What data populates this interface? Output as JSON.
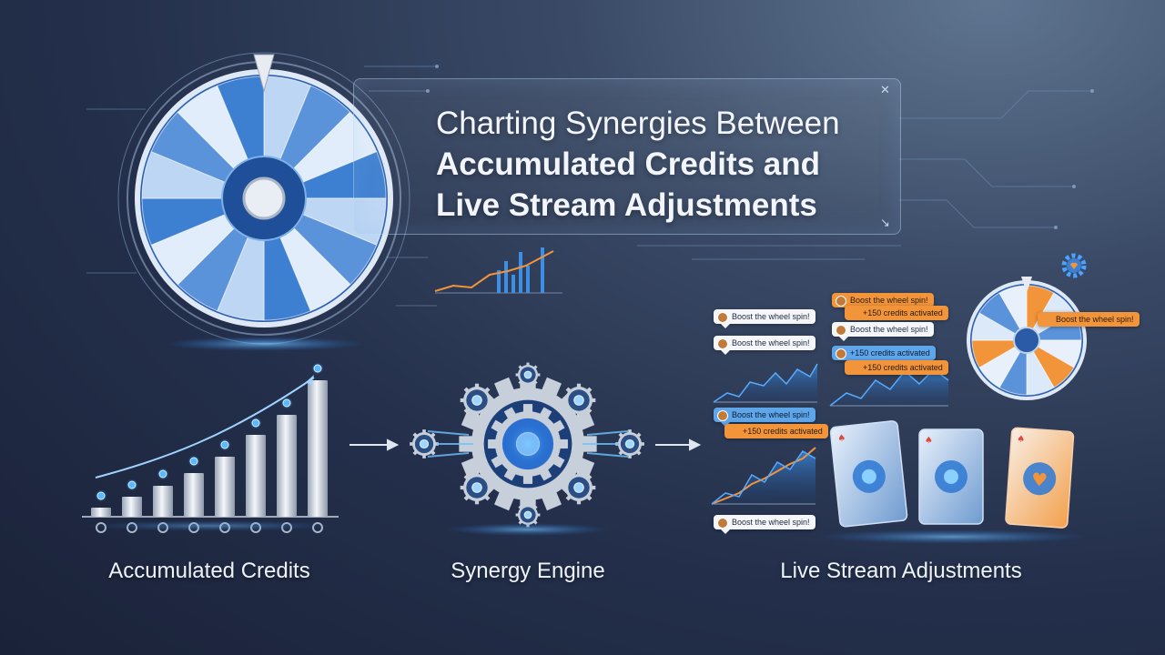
{
  "title": {
    "line1": "Charting Synergies Between",
    "line2": "Accumulated Credits and",
    "line3": "Live Stream Adjustments"
  },
  "captions": {
    "credits": "Accumulated Credits",
    "engine": "Synergy Engine",
    "stream": "Live Stream Adjustments"
  },
  "chat_messages": [
    "Boost the wheel spin!",
    "Boost the wheel spin!",
    "Boost the wheel spin!",
    "Boost the wheel spin!",
    "+150 credits activated",
    "Boost the wheel spin!",
    "+150 credits activated",
    "+150 credits activated",
    "+150 credits activated",
    "Boost the wheel spin!",
    "Boost the wheel spin!"
  ],
  "colors": {
    "accent_blue": "#4aa3ff",
    "accent_orange": "#f2943a",
    "bg_dark": "#1a2238"
  },
  "icons": {
    "wheel_pointer": "triangle-pointer-icon",
    "gear": "gear-icon",
    "card_suit": "heart-icon"
  }
}
